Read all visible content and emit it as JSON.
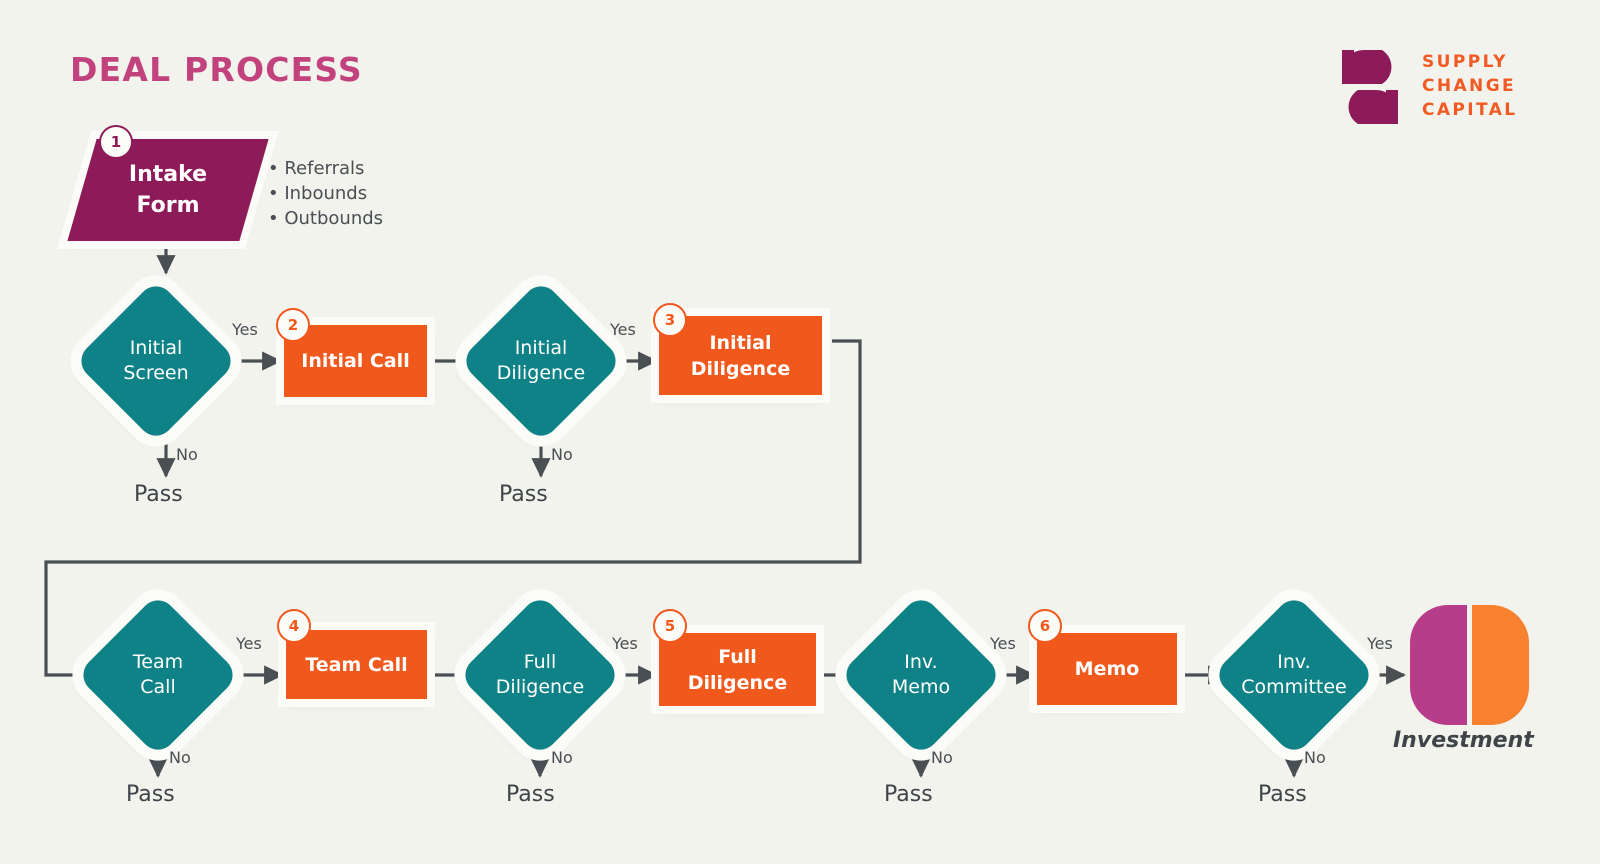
{
  "header": {
    "title": "DEAL PROCESS"
  },
  "logo": {
    "mark_name": "supply-change-capital-s-mark",
    "line1": "SUPPLY",
    "line2": "CHANGE",
    "line3": "CAPITAL",
    "mark_color": "#8e1b59",
    "text_color": "#f15a22"
  },
  "colors": {
    "background": "#f3f3ed",
    "teal": "#0e8286",
    "orange": "#f1581c",
    "magenta": "#8e1b59",
    "title_pink": "#c2427e",
    "arrow_gray": "#4a4f54",
    "node_outline": "#fbfbf8"
  },
  "intake": {
    "badge": "1",
    "line1": "Intake",
    "line2": "Form",
    "bullets": [
      "•  Referrals",
      "•  Inbounds",
      "•  Outbounds"
    ]
  },
  "row1": {
    "screen": {
      "line1": "Initial",
      "line2": "Screen",
      "yes": "Yes",
      "no": "No",
      "pass": "Pass"
    },
    "call": {
      "badge": "2",
      "line1": "Initial Call"
    },
    "diligence_decision": {
      "line1": "Initial",
      "line2": "Diligence",
      "yes": "Yes",
      "no": "No",
      "pass": "Pass"
    },
    "diligence_action": {
      "badge": "3",
      "line1": "Initial",
      "line2": "Diligence"
    }
  },
  "row2": {
    "team_decision": {
      "line1": "Team",
      "line2": "Call",
      "yes": "Yes",
      "no": "No",
      "pass": "Pass"
    },
    "team_action": {
      "badge": "4",
      "line1": "Team Call"
    },
    "full_decision": {
      "line1": "Full",
      "line2": "Diligence",
      "yes": "Yes",
      "no": "No",
      "pass": "Pass"
    },
    "full_action": {
      "badge": "5",
      "line1": "Full",
      "line2": "Diligence"
    },
    "memo_decision": {
      "line1": "Inv.",
      "line2": "Memo",
      "yes": "Yes",
      "no": "No",
      "pass": "Pass"
    },
    "memo_action": {
      "badge": "6",
      "line1": "Memo"
    },
    "committee": {
      "line1": "Inv.",
      "line2": "Committee",
      "yes": "Yes",
      "no": "No",
      "pass": "Pass"
    },
    "outcome": {
      "label": "Investment"
    }
  }
}
